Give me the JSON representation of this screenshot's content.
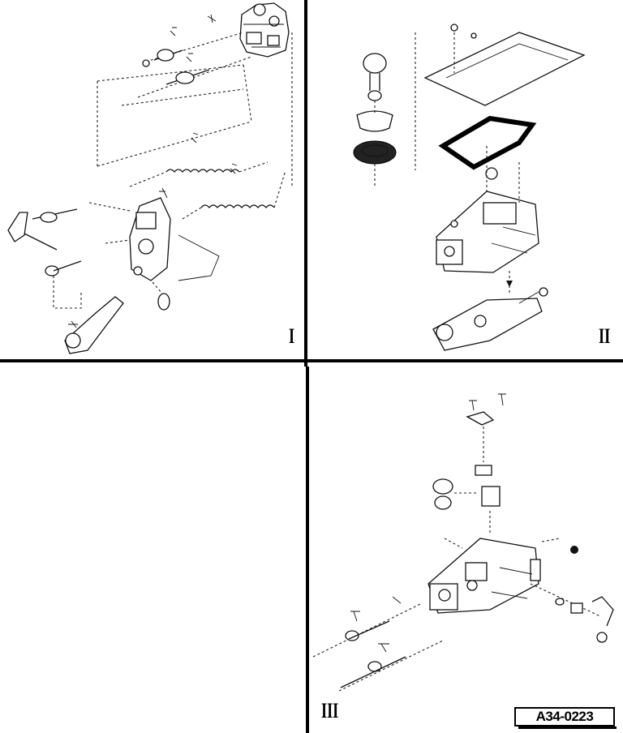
{
  "figure": {
    "quadrant_labels": {
      "q1": "I",
      "q2": "II",
      "q3": "III"
    },
    "reference_code": "A34-0223"
  }
}
